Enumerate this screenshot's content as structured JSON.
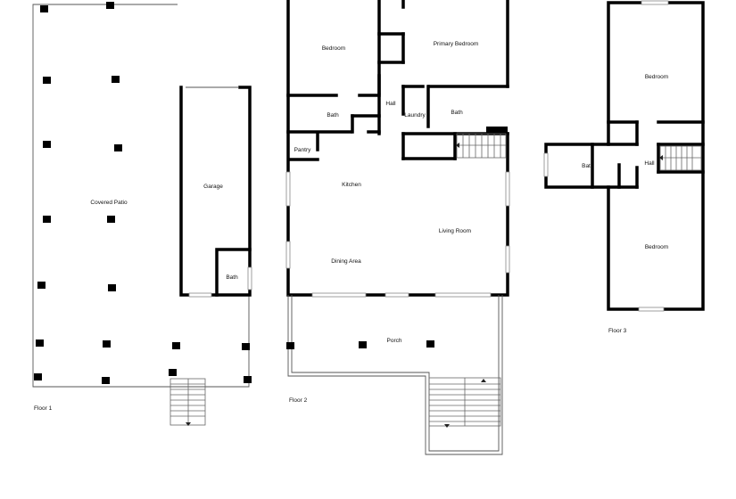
{
  "floors": [
    {
      "label": "Floor 1",
      "rooms": [
        "Covered Patio",
        "Garage",
        "Bath"
      ]
    },
    {
      "label": "Floor 2",
      "rooms": [
        "Bedroom",
        "Primary Bedroom",
        "Bath",
        "Hall",
        "Laundry",
        "Bath",
        "Pantry",
        "Kitchen",
        "Living Room",
        "Dining Area",
        "Porch"
      ]
    },
    {
      "label": "Floor 3",
      "rooms": [
        "Bedroom",
        "Bat",
        "Hall",
        "Bedroom"
      ]
    }
  ]
}
